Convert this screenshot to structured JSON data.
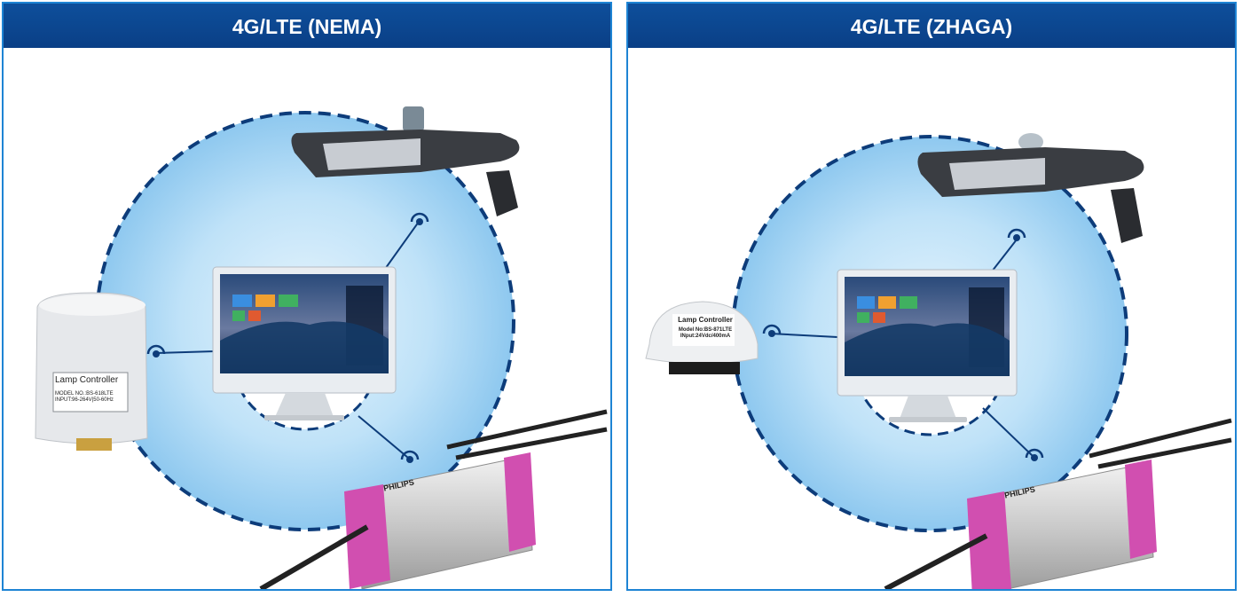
{
  "panels": [
    {
      "title": "4G/LTE (NEMA)",
      "controller": {
        "title": "Lamp Controller",
        "model": "MODEL NO.:BS-618LTE",
        "input": "INPUT:96-264V|50-60Hz"
      },
      "driver_brand": "PHILIPS"
    },
    {
      "title": "4G/LTE (ZHAGA)",
      "controller": {
        "title": "Lamp Controller",
        "model": "Model No:BS-871LTE",
        "input": "INput:24Vdc/400mA"
      },
      "driver_brand": "PHILIPS"
    }
  ],
  "colors": {
    "header": "#0e4f9b",
    "border": "#1e84d4",
    "circle_fill": "#a9d6f5",
    "dashed_ring": "#0d3c7a",
    "driver_cap": "#d14fb0"
  }
}
